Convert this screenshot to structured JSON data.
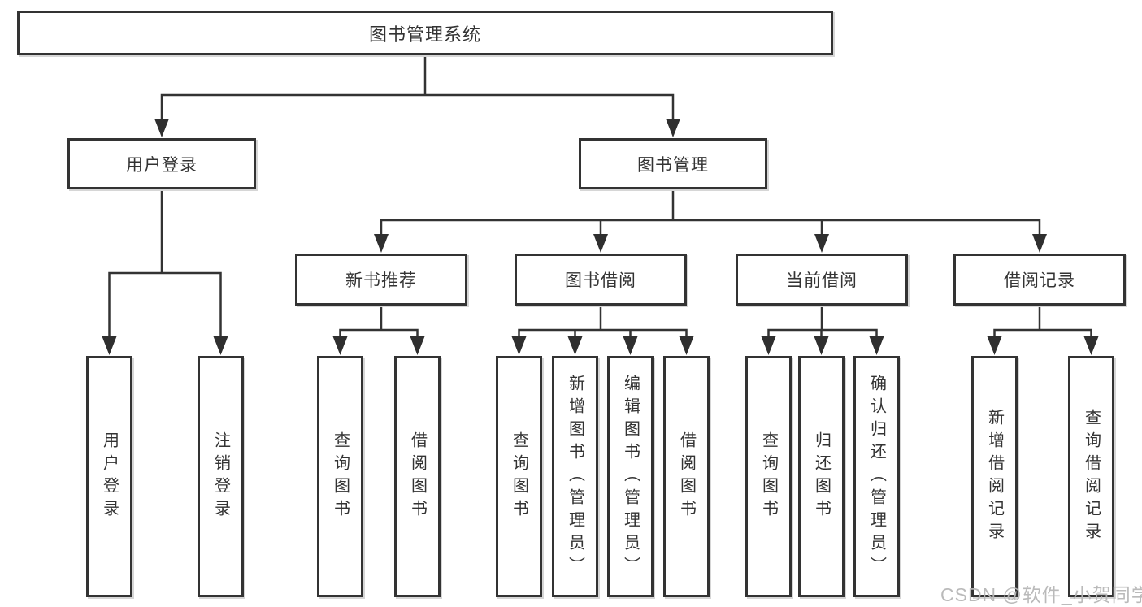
{
  "diagram": {
    "title": {
      "label": "图书管理系统"
    },
    "level2": [
      {
        "label": "用户登录"
      },
      {
        "label": "图书管理"
      }
    ],
    "level3": [
      {
        "label": "新书推荐"
      },
      {
        "label": "图书借阅"
      },
      {
        "label": "当前借阅"
      },
      {
        "label": "借阅记录"
      }
    ],
    "leaves": [
      {
        "label": "用户登录"
      },
      {
        "label": "注销登录"
      },
      {
        "label": "查询图书"
      },
      {
        "label": "借阅图书"
      },
      {
        "label": "查询图书"
      },
      {
        "label": "新增图书（管理员）"
      },
      {
        "label": "编辑图书（管理员）"
      },
      {
        "label": "借阅图书"
      },
      {
        "label": "查询图书"
      },
      {
        "label": "归还图书"
      },
      {
        "label": "确认归还（管理员）"
      },
      {
        "label": "新增借阅记录"
      },
      {
        "label": "查询借阅记录"
      }
    ],
    "watermark": {
      "label": "CSDN @软件_小贺同学"
    },
    "colors": {
      "line": "#333333",
      "box_border": "#333333",
      "box_background": "#ffffff",
      "text": "#333333",
      "watermark": "#b6b6b6",
      "page_background": "#ffffff"
    }
  }
}
